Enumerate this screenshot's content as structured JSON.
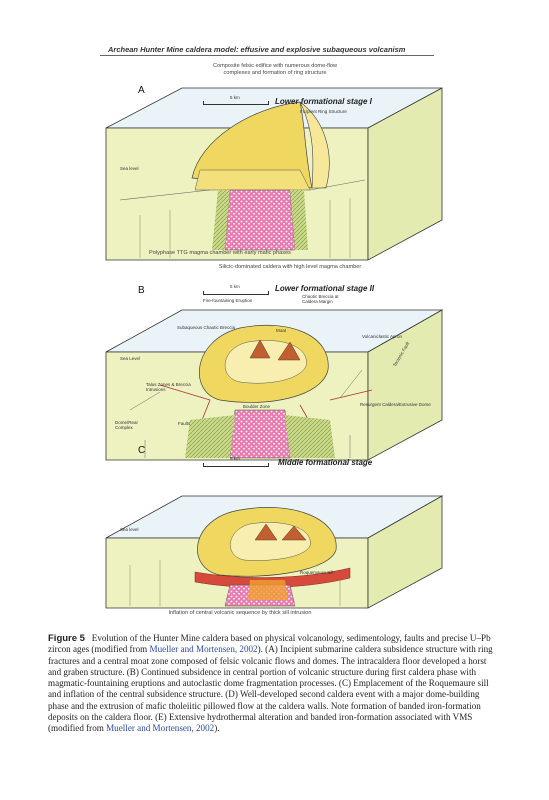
{
  "figure": {
    "title": "Archean Hunter Mine caldera model: effusive and explosive subaqueous volcanism",
    "panels": [
      {
        "letter": "A",
        "caption_top": "Composite felsic edifice with numerous dome-flow complexes and formation of ring structure",
        "stage": "Lower formational stage I",
        "scale": "5 km",
        "caption_bottom": "Polyphase TTG magma chamber with early mafic phases",
        "labels": [
          "Incipient Ring Structure",
          "Sea level"
        ]
      },
      {
        "letter": "B",
        "caption_top": "Silicic-dominated caldera with high level magma chamber",
        "stage": "Lower formational stage II",
        "scale": "5 km",
        "labels": [
          "Chaotic Breccia at Caldera Margin",
          "Fire-fountaining Eruption",
          "Subaqueous Chaotic Breccia",
          "Moat",
          "Volcaniclastic Apron",
          "Sea Level",
          "Talus Zones & Breccia Intrusions",
          "Dome/Rear Complex",
          "Faults",
          "Tectonic Fault",
          "Boulder Zone",
          "Resurgent Caldera/Extrusive Dome"
        ]
      },
      {
        "letter": "C",
        "stage": "Middle formational stage",
        "scale": "5 km",
        "caption_bottom": "Inflation of central volcanic sequence by thick sill intrusion",
        "labels": [
          "Sea level",
          "Roquemaure Sill"
        ]
      }
    ]
  },
  "caption": {
    "label": "Figure 5",
    "text_1": "Evolution of the Hunter Mine caldera based on physical volcanology, sedimentology, faults and precise U–Pb zircon ages (modified from ",
    "ref_1": "Mueller and Mortensen, 2002",
    "text_2": "). (A) Incipient submarine caldera subsidence structure with ring fractures and a central moat zone composed of felsic volcanic flows and domes. The intracaldera floor developed a horst and graben structure. (B) Continued subsidence in central portion of volcanic structure during first caldera phase with magmatic-fountaining eruptions and autoclastic dome fragmentation processes. (C) Emplacement of the Roquemaure sill and inflation of the central subsidence structure. (D) Well-developed second caldera event with a major dome-building phase and the extrusion of mafic tholeiitic pillowed flow at the caldera walls. Note formation of banded iron-formation deposits on the caldera floor. (E) Extensive hydrothermal alteration and banded iron-formation associated with VMS (modified from ",
    "ref_2": "Mueller and Mortensen, 2002",
    "text_3": ")."
  }
}
